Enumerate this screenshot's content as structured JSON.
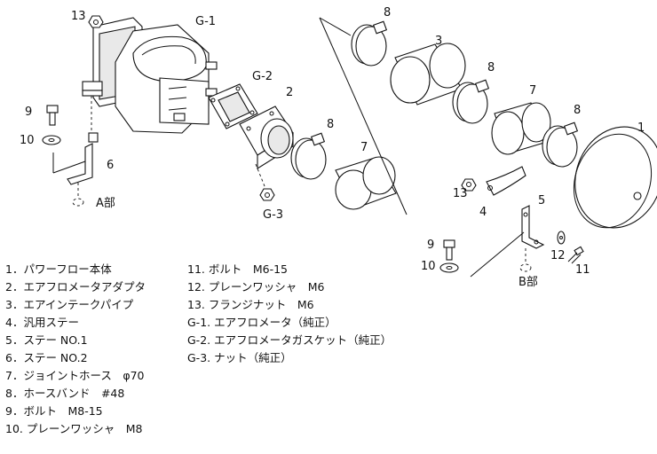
{
  "callouts": {
    "c13a": "13",
    "cG1": "G-1",
    "cG2": "G-2",
    "c2": "2",
    "c8a": "8",
    "c3": "3",
    "c8b": "8",
    "c7a": "7",
    "c8c": "8",
    "c1": "1",
    "c9a": "9",
    "c10a": "10",
    "c6": "6",
    "cA": "A部",
    "c8d": "8",
    "c7b": "7",
    "cG3": "G-3",
    "c13b": "13",
    "c4": "4",
    "c5": "5",
    "c9b": "9",
    "c10b": "10",
    "c12": "12",
    "c11": "11",
    "cB": "B部"
  },
  "legend_left": [
    "1．パワーフロー本体",
    "2．エアフロメータアダプタ",
    "3．エアインテークパイプ",
    "4．汎用ステー",
    "5．ステー NO.1",
    "6．ステー NO.2",
    "7．ジョイントホース　φ70",
    "8．ホースバンド　#48",
    "9．ボルト　M8-15",
    "10. プレーンワッシャ　M8"
  ],
  "legend_right": [
    "11. ボルト　M6-15",
    "12. プレーンワッシャ　M6",
    "13. フランジナット　M6",
    "G-1. エアフロメータ（純正）",
    "G-2. エアフロメータガスケット（純正）",
    "G-3. ナット（純正）"
  ]
}
